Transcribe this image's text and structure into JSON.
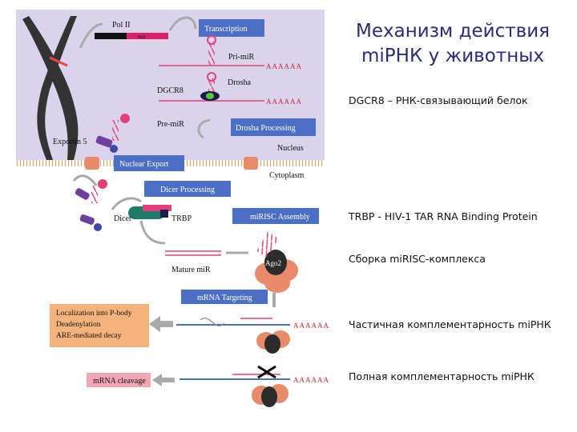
{
  "slide": {
    "title": "Механизм действия miРНК у животных",
    "notes": [
      "DGCR8 – РНК-связывающий белок",
      "TRBP - HIV-1 TAR RNA Binding Protein",
      "Сборка miRISC-комплекса",
      "Частичная комплементарность miРНК",
      "Полная комплементарность miРНК"
    ]
  },
  "diagram": {
    "labels": {
      "pol2": "Pol II",
      "mir": "mir",
      "pri_mir": "Pri-miR",
      "drosha": "Drosha",
      "dgcr8": "DGCR8",
      "pre_mir": "Pre-miR",
      "exportin": "Exportin 5",
      "nucleus": "Nucleus",
      "cytoplasm": "Cytoplasm",
      "dicer": "Dicer",
      "trbp": "TRBP",
      "mature_mir": "Mature miR",
      "ago2": "Ago2",
      "polya1": "AAAAAA",
      "polya2": "AAAAAA",
      "polya3": "AAAAAA",
      "polya4": "AAAAAA"
    },
    "steps": {
      "transcription": "Transcription",
      "drosha_processing": "Drosha Processing",
      "nuclear_export": "Nuclear Export",
      "dicer_processing": "Dicer Processing",
      "mirisc_assembly": "miRISC Assembly",
      "mrna_targeting": "mRNA Targeting",
      "mrna_cleavage": "mRNA cleavage"
    },
    "outcome_box": [
      "Localization into P-body",
      "Deadenylation",
      "ARE-mediated decay"
    ],
    "colors": {
      "nucleus_bg": "#d9d4ec",
      "step_box": "#4a6fc4",
      "outcome_box": "#f4b37a",
      "cleavage_box": "#f2a7b4",
      "rna_pink": "#e4407a",
      "polya_red": "#cc2a3a",
      "ago_orange": "#e98a6a",
      "exportin_purple": "#6f3fa0",
      "arrow_gray": "#9a9a9a"
    }
  }
}
